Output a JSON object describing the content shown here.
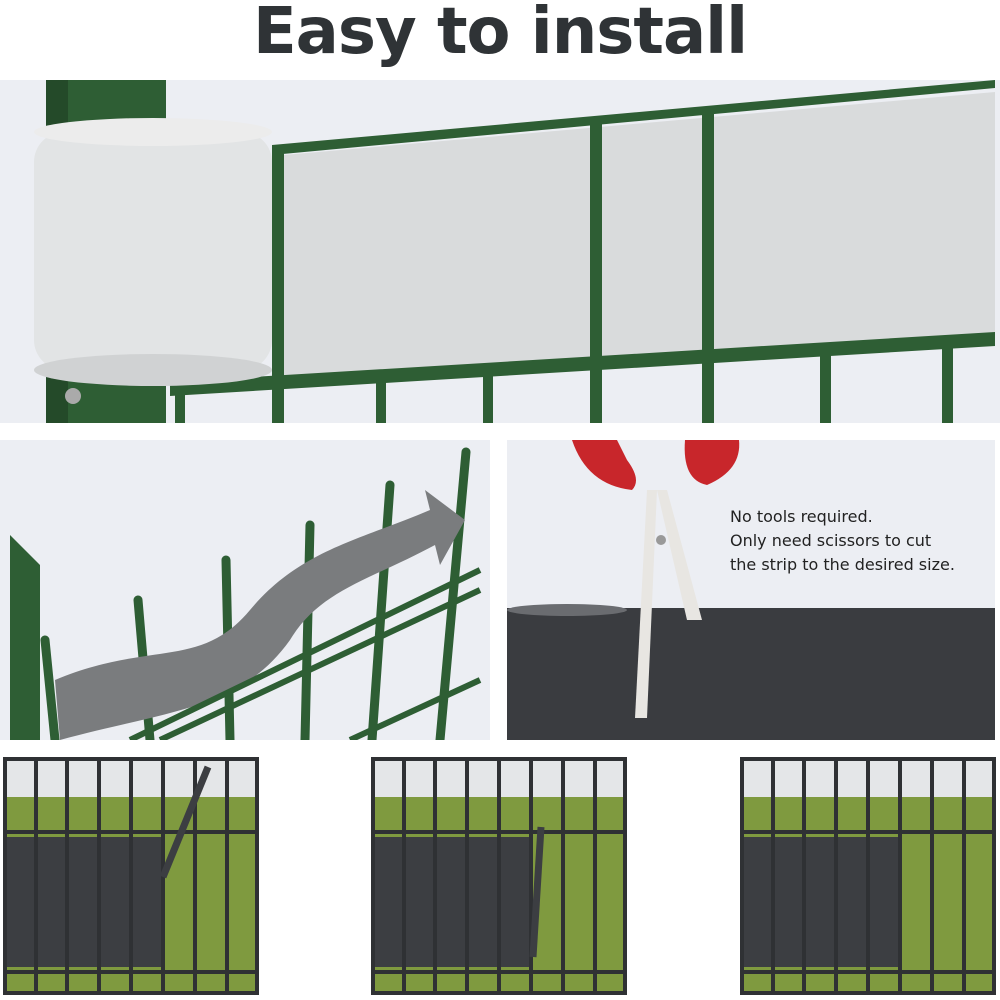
{
  "title": "Easy to install",
  "note": {
    "line1": "No tools required.",
    "line2": "Only need scissors to cut",
    "line3": "the strip to the desired size."
  },
  "colors": {
    "fence_green": "#2e5e34",
    "strip_light": "#dcdedf",
    "strip_dark": "#3a3c40",
    "scissor_red": "#c8262b",
    "background": "#eceef3"
  }
}
